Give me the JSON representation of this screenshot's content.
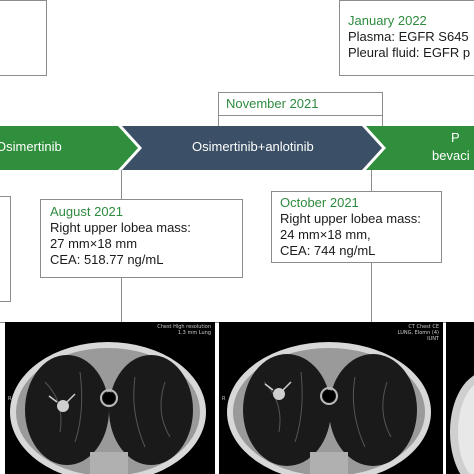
{
  "timeline": {
    "segments": [
      {
        "label": "Osimertinib",
        "color": "#2f8f3c"
      },
      {
        "label": "Osimertinib+anlotinib",
        "color": "#3b4f66"
      },
      {
        "label": "P",
        "sublabel": "bevaci",
        "color": "#2f8f3c"
      }
    ]
  },
  "events": [
    {
      "date": "January 2022",
      "lines": [
        "Plasma: EGFR S645",
        "Pleural fluid: EGFR p"
      ]
    },
    {
      "date": "November 2021",
      "lines": []
    },
    {
      "date": "August 2021",
      "lines": [
        "Right upper lobea mass:",
        "27 mm×18 mm",
        "CEA: 518.77 ng/mL"
      ]
    },
    {
      "date": "October 2021",
      "lines": [
        "Right upper lobea mass:",
        "24 mm×18 mm,",
        "CEA: 744 ng/mL"
      ]
    }
  ],
  "scans": [
    {
      "caption": [
        "Chest High resolution",
        "1.3 mm Lung"
      ],
      "marker": "R"
    },
    {
      "caption": [
        "CT Chest CE",
        "LUNG, Elomn (4)",
        "IUNT"
      ],
      "marker": "R"
    }
  ],
  "colors": {
    "date_green": "#2e8b3e",
    "arrow_green": "#2f8f3c",
    "arrow_navy": "#3b4f66",
    "border": "#8c8c8c"
  }
}
